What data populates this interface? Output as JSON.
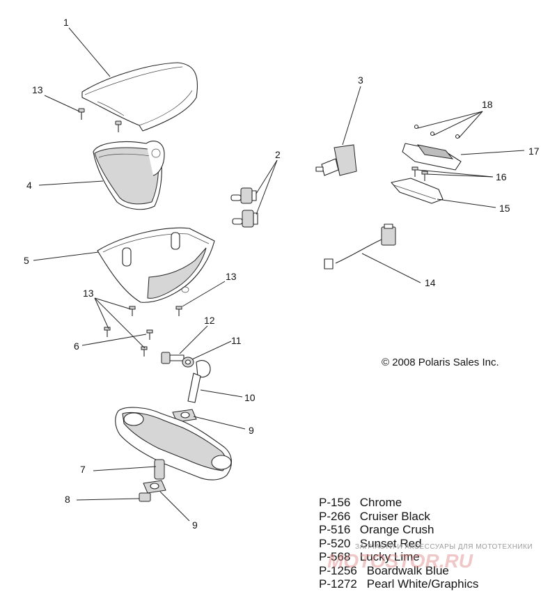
{
  "callouts": [
    {
      "id": "c1",
      "text": "1"
    },
    {
      "id": "c13a",
      "text": "13"
    },
    {
      "id": "c4",
      "text": "4"
    },
    {
      "id": "c2",
      "text": "2"
    },
    {
      "id": "c3",
      "text": "3"
    },
    {
      "id": "c18",
      "text": "18"
    },
    {
      "id": "c17",
      "text": "17"
    },
    {
      "id": "c16",
      "text": "16"
    },
    {
      "id": "c15",
      "text": "15"
    },
    {
      "id": "c5",
      "text": "5"
    },
    {
      "id": "c14",
      "text": "14"
    },
    {
      "id": "c13b",
      "text": "13"
    },
    {
      "id": "c13c",
      "text": "13"
    },
    {
      "id": "c6",
      "text": "6"
    },
    {
      "id": "c12",
      "text": "12"
    },
    {
      "id": "c11",
      "text": "11"
    },
    {
      "id": "c10",
      "text": "10"
    },
    {
      "id": "c9a",
      "text": "9"
    },
    {
      "id": "c7",
      "text": "7"
    },
    {
      "id": "c8",
      "text": "8"
    },
    {
      "id": "c9b",
      "text": "9"
    }
  ],
  "copyright": "© 2008 Polaris Sales Inc.",
  "colors": [
    {
      "code": "P-156",
      "name": "Chrome"
    },
    {
      "code": "P-266",
      "name": "Cruiser Black"
    },
    {
      "code": "P-516",
      "name": "Orange Crush"
    },
    {
      "code": "P-520",
      "name": "Sunset Red"
    },
    {
      "code": "P-568",
      "name": "Lucky Lime"
    },
    {
      "code": "P-1256",
      "name": "Boardwalk Blue"
    },
    {
      "code": "P-1272",
      "name": "Pearl White/Graphics"
    }
  ],
  "watermark": {
    "tagline": "ЗАПЧАСТИ И АКСЕССУАРЫ ДЛЯ МОТОТЕХНИКИ",
    "brand": "MOTOSTOR.RU"
  }
}
